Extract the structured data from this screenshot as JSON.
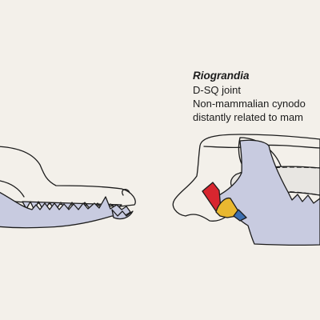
{
  "labels": {
    "taxon_name": "Riograndia",
    "joint_type": "D-SQ joint",
    "description_line1": "Non-mammalian cynodo",
    "description_line2": "distantly related to mam"
  },
  "colors": {
    "background": "#f3f0ea",
    "outline": "#1c1c1c",
    "skull_fill": "#f3f0ea",
    "jaw_fill": "#c8cbe0",
    "gray_bone": "#e8e6e2",
    "red_bone": "#d8262f",
    "yellow_bone": "#e9b830",
    "blue_bone": "#3d6fb0"
  }
}
